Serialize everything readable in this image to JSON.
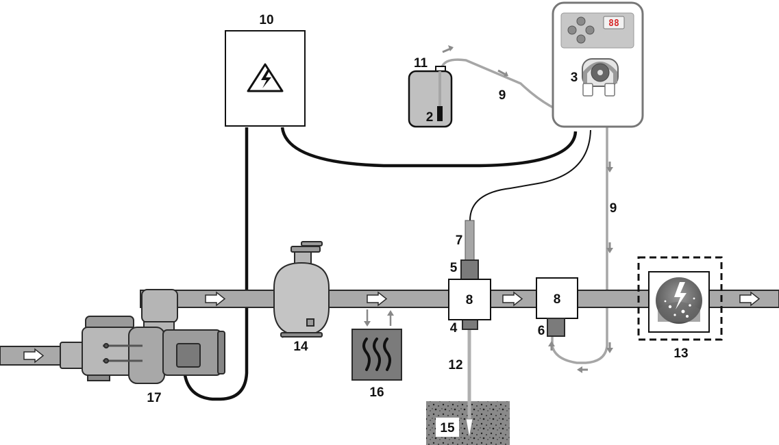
{
  "colors": {
    "pipe_fill": "#a9a9a9",
    "pipe_stroke": "#2a2a2a",
    "cable": "#111111",
    "tube": "#a6a6a6",
    "tube_arrow": "#8c8c8c",
    "box_fill": "#ffffff",
    "gray_block": "#7b7b7b",
    "gravel": "#8a8a8a",
    "lcd_red": "#d62828"
  },
  "labels": {
    "electrical_panel": "10",
    "tank": "11",
    "suction_lance": "2",
    "dosing_pump": "3",
    "tube_upper": "9",
    "tube_right": "9",
    "probe_holder_top": "5",
    "probe_cable": "7",
    "injection_block_a": "8",
    "injection_block_b": "8",
    "injection_fitting": "4",
    "check_valve": "6",
    "ground_rod": "12",
    "earth": "15",
    "heater": "16",
    "filter": "14",
    "pump": "17",
    "electrolyser": "13"
  },
  "display": {
    "lcd_text": "88"
  },
  "icons": {
    "panel": "high-voltage-icon",
    "heater": "heat-waves-icon",
    "electrolyser": "lightning-bubbles-icon",
    "flow": "flow-arrow-icon"
  }
}
